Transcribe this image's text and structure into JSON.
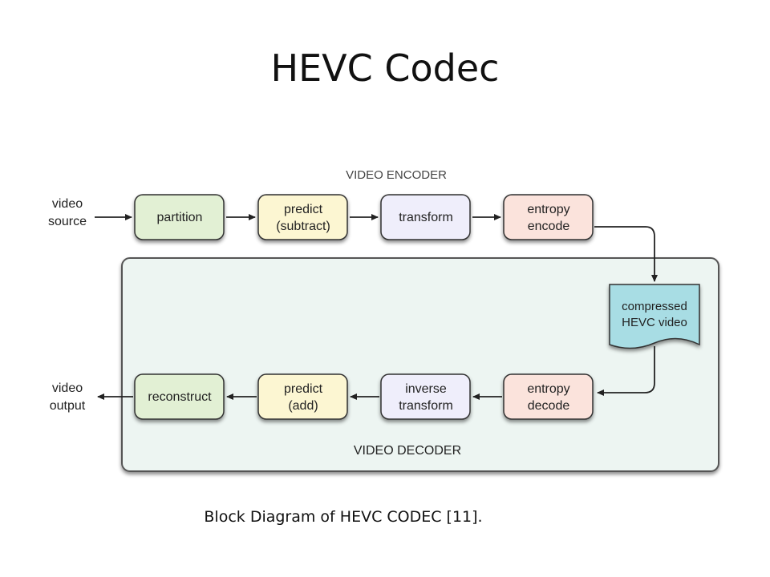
{
  "title": "HEVC Codec",
  "caption": "Block Diagram of HEVC CODEC [11].",
  "diagram": {
    "encoder_label": "VIDEO ENCODER",
    "decoder_label": "VIDEO DECODER",
    "input": {
      "line1": "video",
      "line2": "source"
    },
    "output": {
      "line1": "video",
      "line2": "output"
    },
    "encoder_blocks": [
      {
        "line1": "partition",
        "line2": "",
        "fill": "#e2f0d4"
      },
      {
        "line1": "predict",
        "line2": "(subtract)",
        "fill": "#fcf6d2"
      },
      {
        "line1": "transform",
        "line2": "",
        "fill": "#efeefb"
      },
      {
        "line1": "entropy",
        "line2": "encode",
        "fill": "#fbe3dc"
      }
    ],
    "decoder_blocks": [
      {
        "line1": "reconstruct",
        "line2": "",
        "fill": "#e2f0d4"
      },
      {
        "line1": "predict",
        "line2": "(add)",
        "fill": "#fcf6d2"
      },
      {
        "line1": "inverse",
        "line2": "transform",
        "fill": "#efeefb"
      },
      {
        "line1": "entropy",
        "line2": "decode",
        "fill": "#fbe3dc"
      }
    ],
    "bitstream": {
      "line1": "compressed",
      "line2": "HEVC video",
      "fill": "#a8dde4"
    },
    "decoder_panel_fill": "#edf5f2"
  }
}
